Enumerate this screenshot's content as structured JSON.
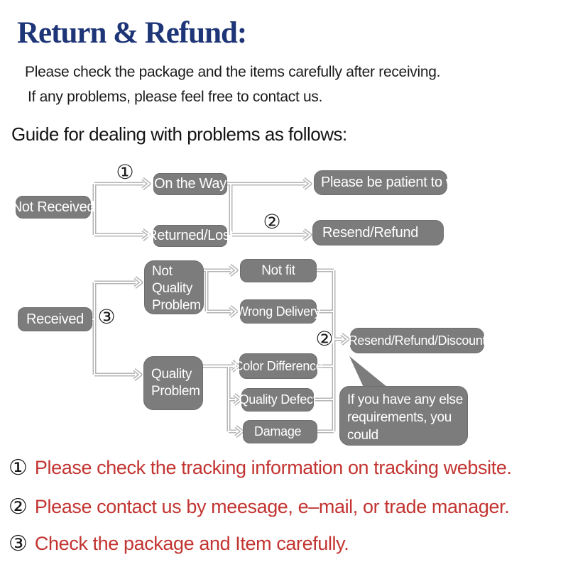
{
  "header": {
    "title": "Return & Refund:",
    "intro_line1": "Please check the package and the items carefully after receiving.",
    "intro_line2": "If any problems, please feel free to contact us.",
    "guide_heading": "Guide for dealing with problems as follows:"
  },
  "colors": {
    "title_blue": "#1e3577",
    "box_gray": "#7c7c7c",
    "connector_gray": "#b5b5b5",
    "note_red": "#c23431",
    "marker_black": "#1a1a1a"
  },
  "flowchart": {
    "not_received": "Not Received",
    "on_the_way": "On the Way",
    "returned_lost": "Returned/Lost",
    "patient_wait": "Please be patient to wait",
    "resend_refund": "Resend/Refund",
    "received": "Received",
    "not_quality_problem": "Not\nQuality\nProblem",
    "not_fit": "Not fit",
    "wrong_delivery": "Wrong Delivery",
    "quality_problem": "Quality\nProblem",
    "color_difference": "Color Difference",
    "quality_defect": "Quality Defect",
    "damage": "Damage",
    "resend_refund_discount": "Resend/Refund/Discount",
    "bubble_note": "If you have any else\nrequirements, you could\nalso tell us!",
    "marker_1": "①",
    "marker_2_top": "②",
    "marker_3": "③",
    "marker_2_bottom": "②"
  },
  "notes": {
    "items": [
      {
        "marker": "①",
        "text": "Please check the tracking information on tracking website."
      },
      {
        "marker": "②",
        "text": "Please contact us by meesage, e–mail, or trade manager."
      },
      {
        "marker": "③",
        "text": "Check the package and Item carefully."
      }
    ]
  }
}
